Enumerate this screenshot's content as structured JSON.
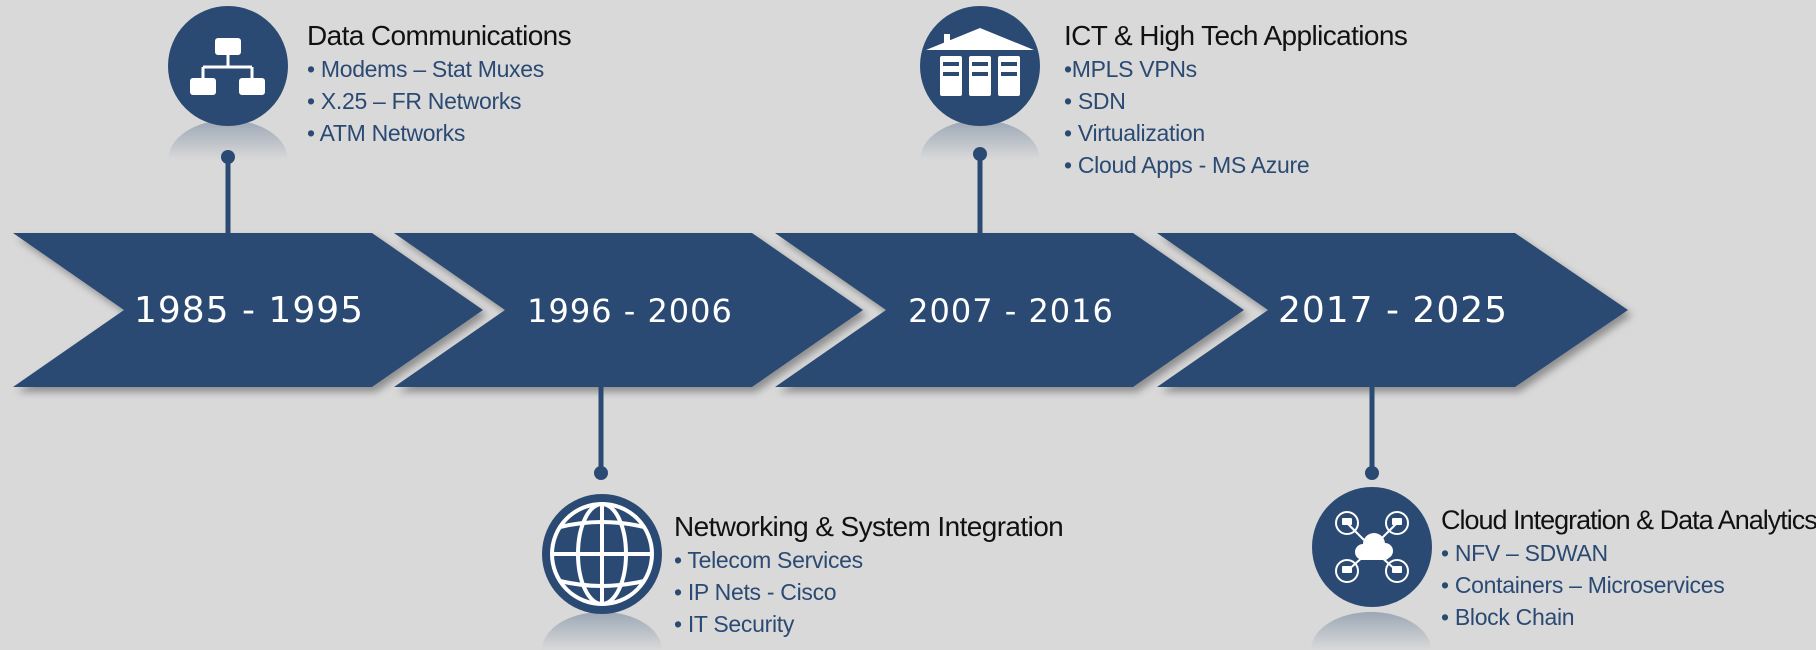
{
  "colors": {
    "background": "#d9d9d9",
    "primary": "#2b4a73",
    "text_dark": "#111111",
    "text_white": "#ffffff"
  },
  "eras": [
    {
      "label": "1985 - 1995"
    },
    {
      "label": "1996 - 2006"
    },
    {
      "label": "2007 - 2016"
    },
    {
      "label": "2017 - 2025"
    }
  ],
  "milestones": [
    {
      "title": "Data Communications",
      "icon": "network-hierarchy-icon",
      "items": [
        "• Modems – Stat Muxes",
        "• X.25 – FR Networks",
        "• ATM Networks"
      ]
    },
    {
      "title": "Networking & System Integration",
      "icon": "globe-icon",
      "items": [
        "•  Telecom Services",
        "•  IP Nets - Cisco",
        "•  IT Security"
      ]
    },
    {
      "title": "ICT & High Tech Applications",
      "icon": "data-center-icon",
      "items": [
        "•MPLS VPNs",
        "• SDN",
        "• Virtualization",
        "• Cloud Apps - MS Azure"
      ]
    },
    {
      "title": "Cloud Integration & Data Analytics",
      "icon": "cloud-network-icon",
      "items": [
        "• NFV – SDWAN",
        "• Containers – Microservices",
        "• Block Chain"
      ]
    }
  ]
}
